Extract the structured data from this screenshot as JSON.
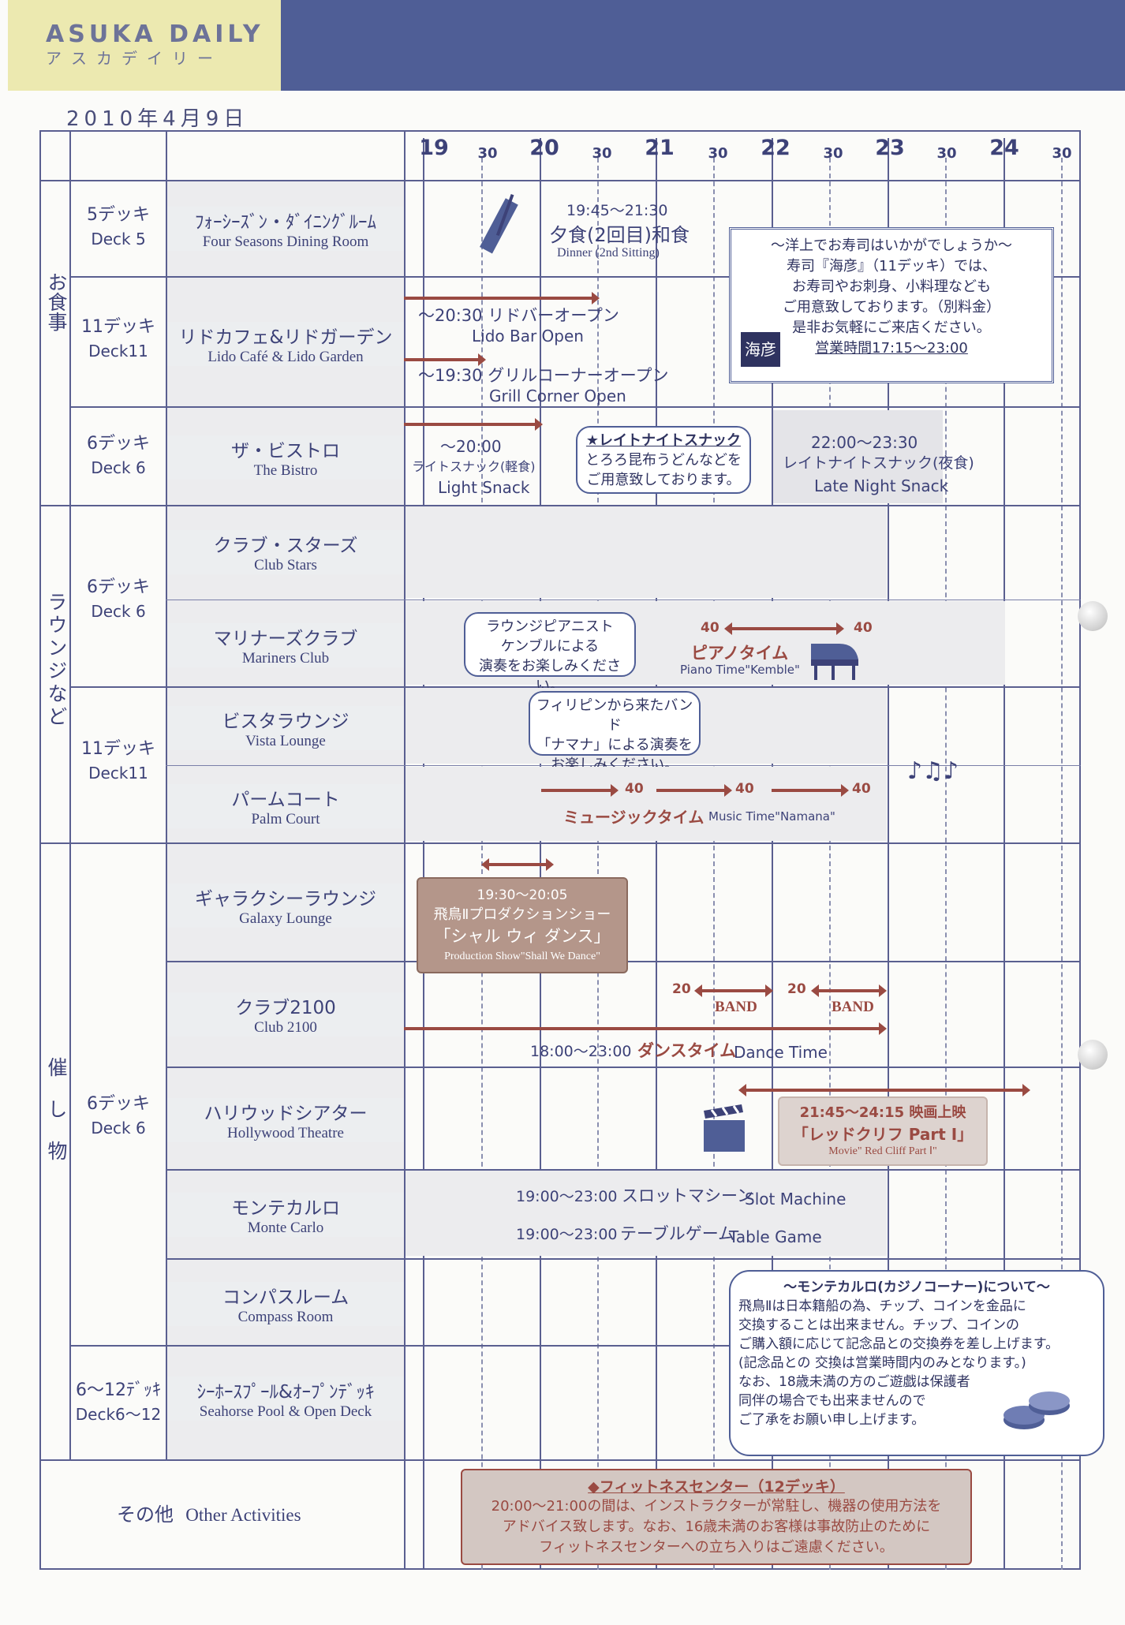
{
  "header": {
    "brand_en": "ASUKA DAILY",
    "brand_jp": "アスカデイリー",
    "date": "2010年4月9日"
  },
  "timeline": {
    "hours": [
      "19",
      "20",
      "21",
      "22",
      "23",
      "24"
    ],
    "half": "30"
  },
  "categories": {
    "dining": "お食事",
    "lounge": "ラウンジなど",
    "events": "催し物"
  },
  "decks": {
    "d5": {
      "jp": "5デッキ",
      "en": "Deck 5"
    },
    "d11a": {
      "jp": "11デッキ",
      "en": "Deck11"
    },
    "d6a": {
      "jp": "6デッキ",
      "en": "Deck 6"
    },
    "d6b": {
      "jp": "6デッキ",
      "en": "Deck 6"
    },
    "d11b": {
      "jp": "11デッキ",
      "en": "Deck11"
    },
    "d6c": {
      "jp": "6デッキ",
      "en": "Deck 6"
    },
    "d612": {
      "jp": "6〜12ﾃﾞｯｷ",
      "en": "Deck6〜12"
    }
  },
  "venues": {
    "four_seasons": {
      "jp": "ﾌｫｰｼｰｽﾞﾝ・ﾀﾞｲﾆﾝｸﾞﾙｰﾑ",
      "en": "Four Seasons Dining Room"
    },
    "lido": {
      "jp": "リドカフェ&リドガーデン",
      "en": "Lido Café & Lido Garden"
    },
    "bistro": {
      "jp": "ザ・ビストロ",
      "en": "The Bistro"
    },
    "club_stars": {
      "jp": "クラブ・スターズ",
      "en": "Club Stars"
    },
    "mariners": {
      "jp": "マリナーズクラブ",
      "en": "Mariners Club"
    },
    "vista": {
      "jp": "ビスタラウンジ",
      "en": "Vista Lounge"
    },
    "palm": {
      "jp": "パームコート",
      "en": "Palm Court"
    },
    "galaxy": {
      "jp": "ギャラクシーラウンジ",
      "en": "Galaxy Lounge"
    },
    "club2100": {
      "jp": "クラブ2100",
      "en": "Club 2100"
    },
    "hollywood": {
      "jp": "ハリウッドシアター",
      "en": "Hollywood Theatre"
    },
    "monte": {
      "jp": "モンテカルロ",
      "en": "Monte Carlo"
    },
    "compass": {
      "jp": "コンパスルーム",
      "en": "Compass Room"
    },
    "seahorse": {
      "jp": "ｼｰﾎｰｽﾌﾟｰﾙ&ｵｰﾌﾟﾝﾃﾞｯｷ",
      "en": "Seahorse Pool & Open Deck"
    },
    "other_jp": "その他",
    "other_en": "Other Activities"
  },
  "events": {
    "dinner_time": "19:45〜21:30",
    "dinner_jp": "夕食(2回目)和食",
    "dinner_en": "Dinner (2nd Sitting)",
    "lido_bar_jp": "〜20:30 リドバーオープン",
    "lido_bar_en": "Lido Bar Open",
    "grill_jp": "〜19:30 グリルコーナーオープン",
    "grill_en": "Grill Corner Open",
    "light_time": "〜20:00",
    "light_jp": "ライトスナック(軽食)",
    "light_en": "Light Snack",
    "late_bubble_title": "★レイトナイトスナック",
    "late_bubble_1": "とろろ昆布うどんなどを",
    "late_bubble_2": "ご用意致しております。",
    "late_time": "22:00〜23:30",
    "late_jp": "レイトナイトスナック(夜食)",
    "late_en": "Late Night Snack",
    "sushi_1": "〜洋上でお寿司はいかがでしょうか〜",
    "sushi_2": "寿司『海彦』（11デッキ）では、",
    "sushi_3": "お寿司やお刺身、小料理なども",
    "sushi_4": "ご用意致しております。（別料金）",
    "sushi_5": "是非お気軽にご来店ください。",
    "sushi_6": "営業時間17:15〜23:00",
    "sushi_logo": "海彦",
    "piano_bubble_1": "ラウンジピアニスト",
    "piano_bubble_2": "ケンブルによる",
    "piano_bubble_3": "演奏をお楽しみください。",
    "piano_n1": "40",
    "piano_n2": "40",
    "piano_jp": "ピアノタイム",
    "piano_en": "Piano Time\"Kemble\"",
    "band_bubble_1": "フィリピンから来たバンド",
    "band_bubble_2": "「ナマナ」による演奏を",
    "band_bubble_3": "お楽しみください。",
    "music_n": "40",
    "music_jp": "ミュージックタイム",
    "music_en": "Music Time\"Namana\"",
    "show_time": "19:30〜20:05",
    "show_1": "飛鳥Ⅱプロダクションショー",
    "show_2": "「シャル ウィ ダンス」",
    "show_en": "Production Show\"Shall We Dance\"",
    "band_n": "20",
    "band_label": "BAND",
    "dance_time": "18:00〜23:00",
    "dance_jp": "ダンスタイム",
    "dance_en": "Dance Time",
    "movie_time": "21:45〜24:15 映画上映",
    "movie_jp": "「レッドクリフ Part Ⅰ」",
    "movie_en": "Movie\" Red Cliff Part Ⅰ\"",
    "slot_time": "19:00〜23:00",
    "slot_jp": "スロットマシーン",
    "slot_en": "Slot Machine",
    "table_time": "19:00〜23:00",
    "table_jp": "テーブルゲーム",
    "table_en": "Table Game",
    "casino_title": "〜モンテカルロ(カジノコーナー)について〜",
    "casino_1": "飛鳥Ⅱは日本籍船の為、チップ、コインを金品に",
    "casino_2": "交換することは出来ません。チップ、コインの",
    "casino_3": "ご購入額に応じて記念品との交換券を差し上げます。",
    "casino_4": "(記念品との 交換は営業時間内のみとなります。)",
    "casino_5": "なお、18歳未満の方のご遊戯は保護者",
    "casino_6": "同伴の場合でも出来ませんので",
    "casino_7": "ご了承をお願い申し上げます。",
    "fit_title": "◆フィットネスセンター（12デッキ）",
    "fit_1": "20:00〜21:00の間は、インストラクターが常駐し、機器の使用方法を",
    "fit_2": "アドバイス致します。なお、16歳未満のお客様は事故防止のために",
    "fit_3": "フィットネスセンターへの立ち入りはご遠慮ください。"
  },
  "colors": {
    "accent": "#4f5e96",
    "header_left": "#ece9b0",
    "event_red": "#9a4a42",
    "box_red": "#b4968a"
  }
}
